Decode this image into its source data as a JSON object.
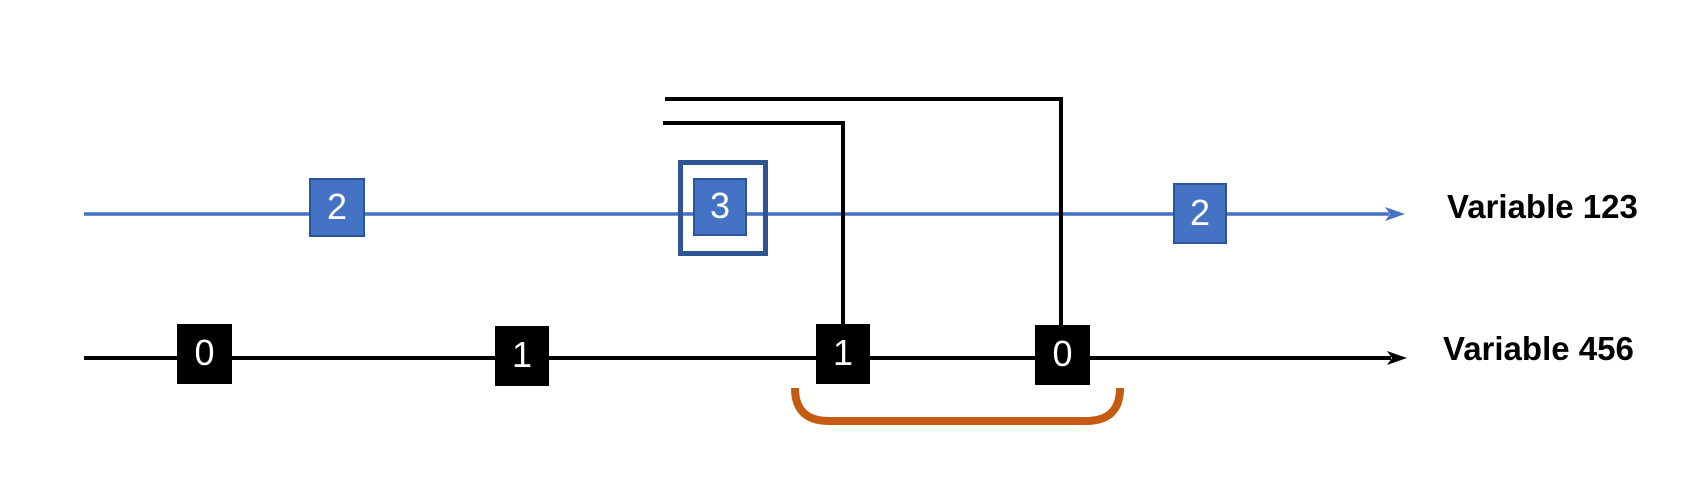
{
  "diagram": {
    "axis1": {
      "label": "Variable 123",
      "line_color": "#4472C4",
      "markers": [
        {
          "value": "2"
        },
        {
          "value": "3",
          "emphasized": true
        },
        {
          "value": "2"
        }
      ]
    },
    "axis2": {
      "label": "Variable 456",
      "line_color": "#000000",
      "markers": [
        {
          "value": "0"
        },
        {
          "value": "1"
        },
        {
          "value": "1"
        },
        {
          "value": "0"
        }
      ]
    },
    "colors": {
      "marker_blue_fill": "#4472C4",
      "marker_blue_border": "#2F5496",
      "marker_black_fill": "#000000",
      "marker_text": "#ffffff",
      "connector_black": "#000000",
      "bracket_orange": "#C55A11",
      "label_text": "#000000"
    }
  }
}
